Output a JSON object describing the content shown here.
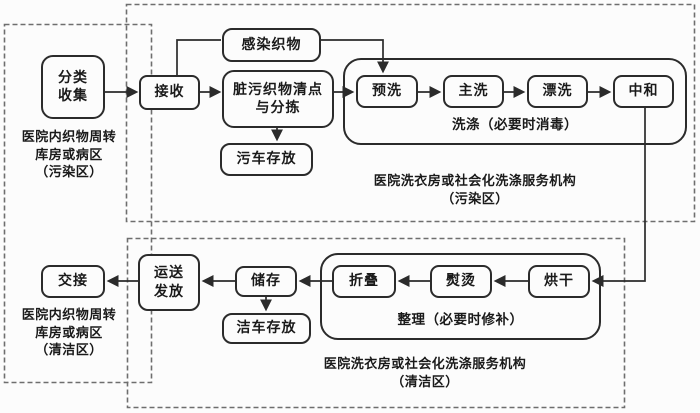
{
  "zones": {
    "hospital": {
      "top_label": "医院内织物周转\n库房或病区\n（污染区）",
      "bottom_label": "医院内织物周转\n库房或病区\n（清洁区）"
    },
    "laundry_dirty": {
      "label": "医院洗衣房或社会化洗涤服务机构\n（污染区）"
    },
    "laundry_clean": {
      "label": "医院洗衣房或社会化洗涤服务机构\n（清洁区）"
    }
  },
  "groups": {
    "wash": {
      "label": "洗涤（必要时消毒）"
    },
    "finish": {
      "label": "整理（必要时修补）"
    }
  },
  "nodes": {
    "classify_collect": "分类\n收集",
    "receive": "接收",
    "infected_textiles": "感染织物",
    "count_sort": "脏污织物清点\n与分拣",
    "dirty_cart_storage": "污车存放",
    "prewash": "预洗",
    "main_wash": "主洗",
    "rinse": "漂洗",
    "neutralize": "中和",
    "handover": "交接",
    "transport_issue": "运送\n发放",
    "storage": "储存",
    "clean_cart_storage": "洁车存放",
    "fold": "折叠",
    "iron": "熨烫",
    "dry": "烘干"
  },
  "colors": {
    "background": "#fcfcfc",
    "line": "#2b2b2b",
    "dashed_border": "#6e6e6e",
    "text": "#1a1a1a"
  }
}
